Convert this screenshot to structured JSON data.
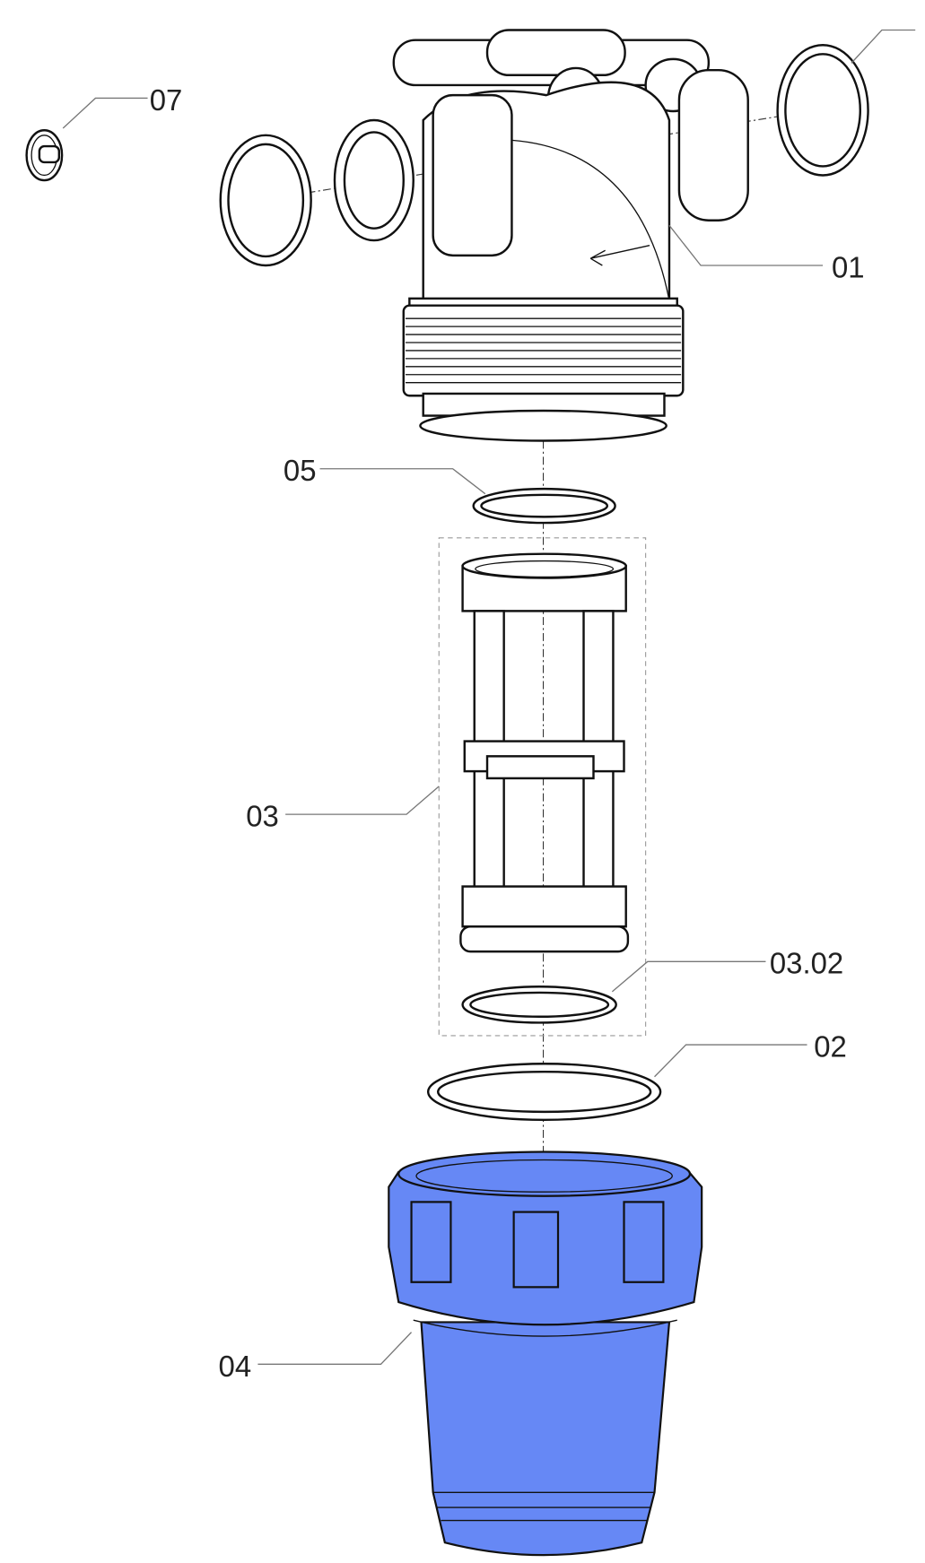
{
  "title": "Filter exploded parts diagram",
  "colors": {
    "bowl": "#6688f5",
    "line": "#111111"
  },
  "labels": {
    "p01": "01",
    "p02": "02",
    "p03": "03",
    "p0302": "03.02",
    "p04": "04",
    "p05": "05",
    "p07": "07"
  }
}
